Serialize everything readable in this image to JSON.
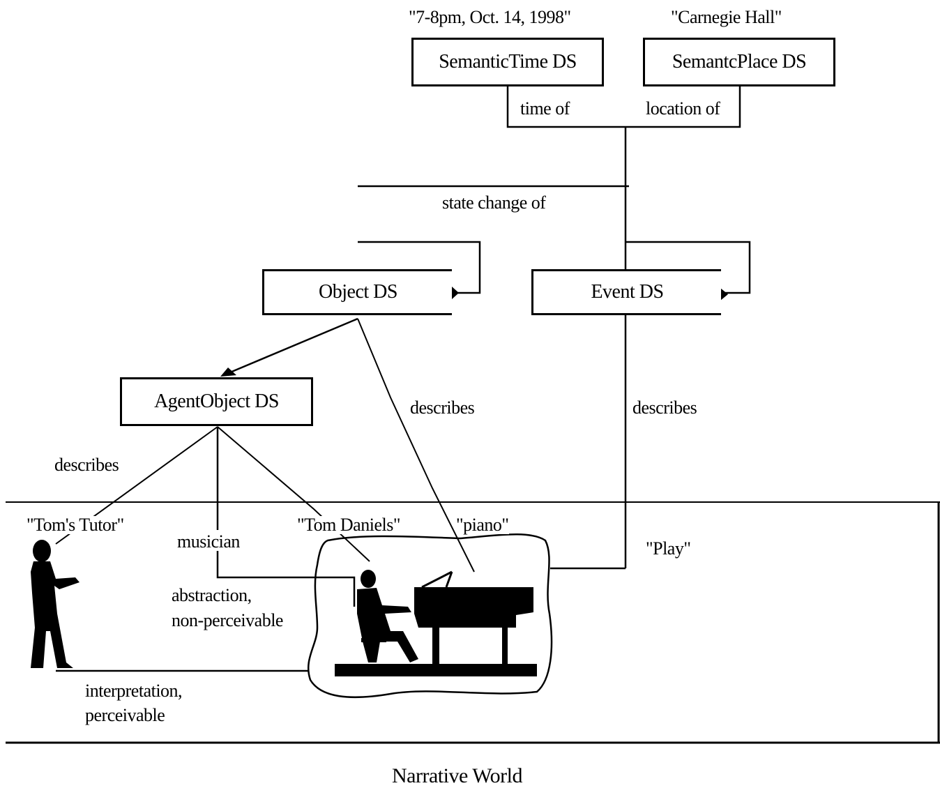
{
  "boxes": {
    "semantic_time": "SemanticTime  DS",
    "semantic_place": "SemantcPlace  DS",
    "object_ds": "Object DS",
    "event_ds": "Event DS",
    "agent_object": "AgentObject   DS"
  },
  "values": {
    "time_value": "\"7-8pm, Oct. 14, 1998\"",
    "place_value": "\"Carnegie Hall\""
  },
  "relations": {
    "time_of": "time of",
    "location_of": "location of",
    "state_change_of": "state change of",
    "describes_object": "describes",
    "describes_event": "describes",
    "describes_agent": "describes"
  },
  "narrative": {
    "toms_tutor": "\"Tom's Tutor\"",
    "musician": "musician",
    "tom_daniels": "\"Tom Daniels\"",
    "piano": "\"piano\"",
    "play": "\"Play\"",
    "abstraction_line1": "abstraction,",
    "abstraction_line2": "non-perceivable",
    "interpretation_line1": "interpretation,",
    "interpretation_line2": "perceivable",
    "world_label": "Narrative World"
  },
  "icons": [
    "conductor-figure-icon",
    "pianist-at-piano-icon"
  ]
}
